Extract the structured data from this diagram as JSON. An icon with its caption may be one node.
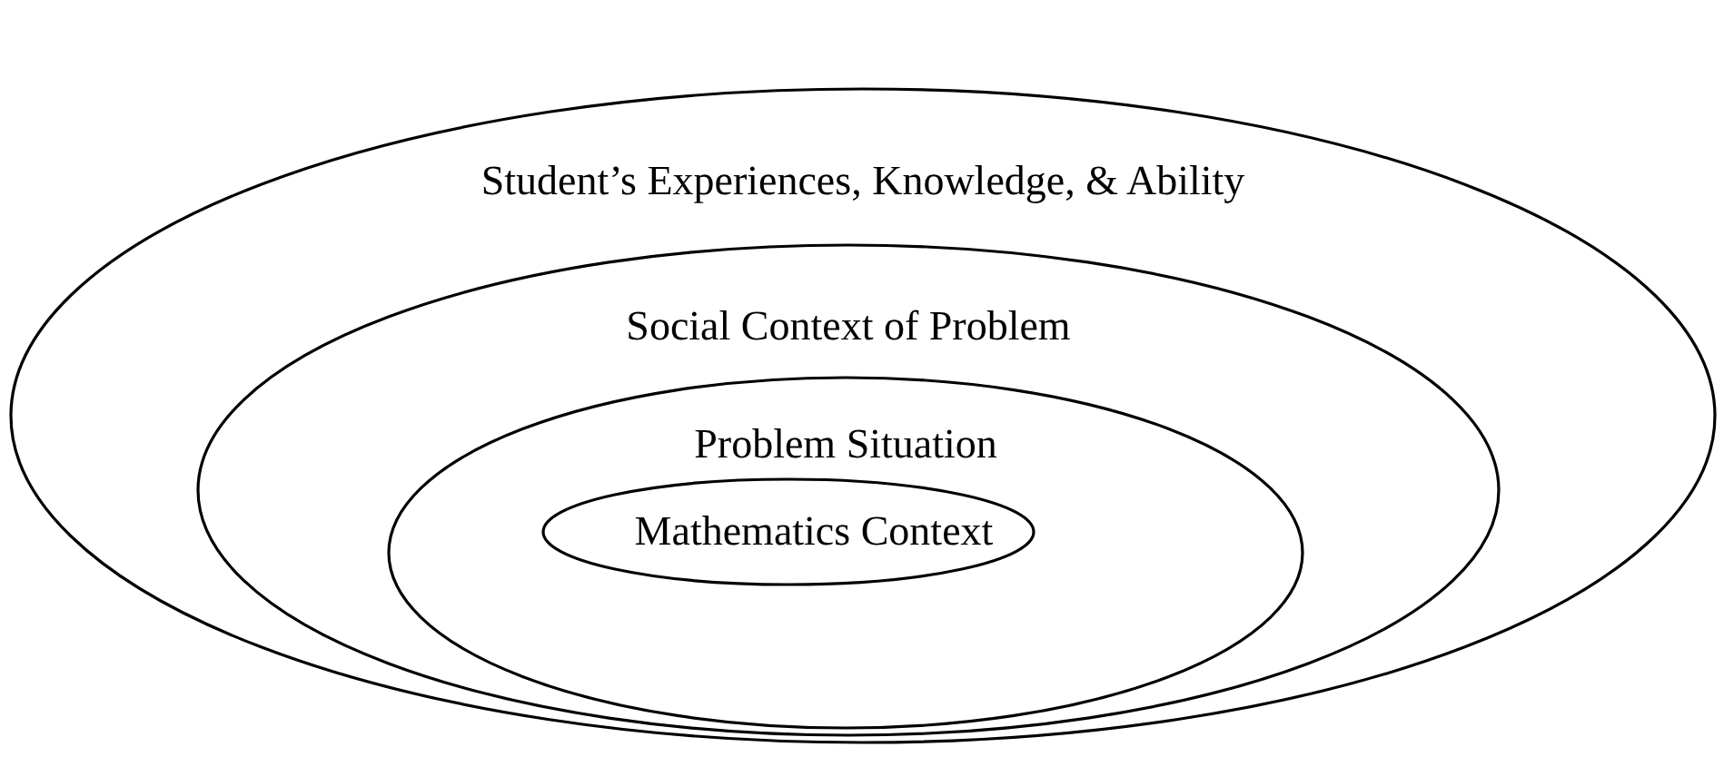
{
  "diagram": {
    "nodes": [
      {
        "text": [
          "Student’s Experiences, Knowledge, & Ability"
        ]
      },
      {
        "text": [
          "Social Context of Problem"
        ],
        "in": 0
      },
      {
        "text": [
          "Problem Situation"
        ],
        "in": 1
      },
      {
        "text": [
          "Mathematics Context"
        ],
        "in": 2
      }
    ]
  }
}
